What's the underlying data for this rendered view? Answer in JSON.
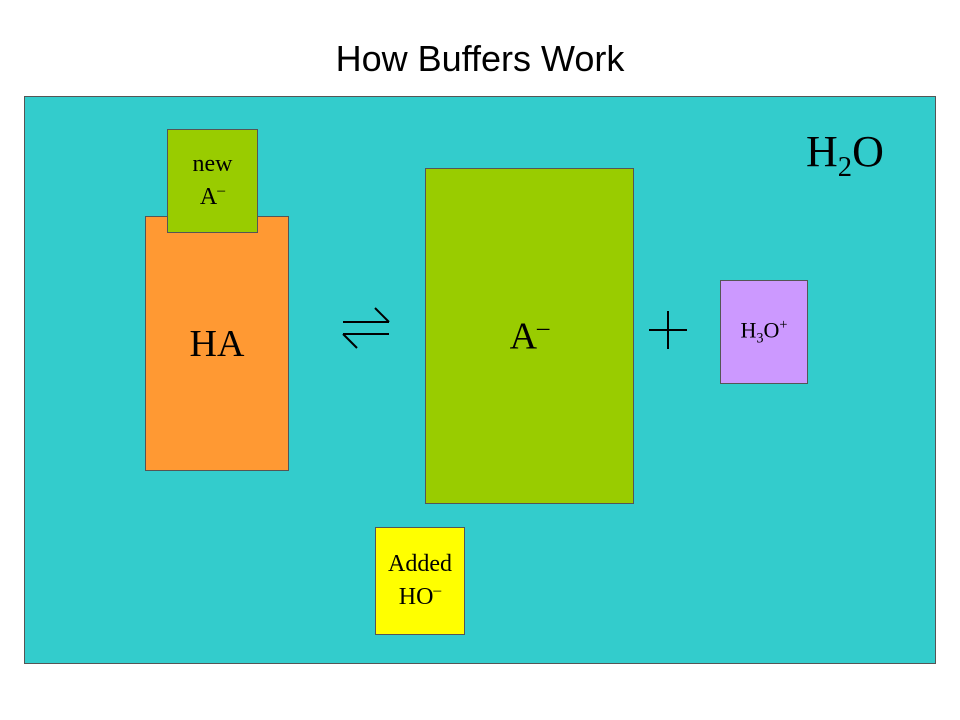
{
  "title": "How Buffers Work",
  "solvent": {
    "main": "H",
    "sub": "2",
    "tail": "O"
  },
  "ha": {
    "label": "HA"
  },
  "new_a": {
    "line1": "new",
    "main": "A",
    "sup": "–"
  },
  "a": {
    "main": "A",
    "sup": "–"
  },
  "h3o": {
    "h": "H",
    "sub": "3",
    "o": "O",
    "sup": "+"
  },
  "added": {
    "line1": "Added",
    "main": "HO",
    "sup": "–"
  },
  "colors": {
    "water": "#33cccc",
    "ha": "#ff9933",
    "a": "#99cc00",
    "h3o": "#cc99ff",
    "added": "#ffff00"
  }
}
